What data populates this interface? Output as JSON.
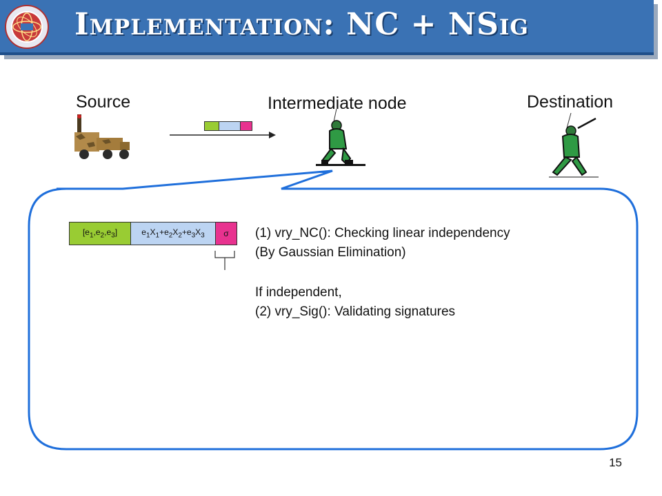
{
  "slide": {
    "title": "Implementation: NC + NSig",
    "page_number": "15"
  },
  "labels": {
    "source": "Source",
    "intermediate": "Intermediate node",
    "destination": "Destination"
  },
  "packet_small": {
    "colors": [
      "#99cc33",
      "#bcd4f2",
      "#bcd4f2",
      "#e8328f"
    ]
  },
  "packet_big": {
    "field1": "[e1,e2,e3]",
    "field2": "e1X1+e2X2+e3X3",
    "field3": "σ",
    "colors": [
      "#99cc33",
      "#bcd4f2",
      "#e8328f"
    ]
  },
  "callout": {
    "line1": "(1) vry_NC(): Checking linear independency",
    "line2": "(By Gaussian Elimination)",
    "line3": "If independent,",
    "line4": "(2) vry_Sig(): Validating signatures",
    "border_color": "#1f6fdb"
  },
  "icons": {
    "logo": "university-seal-icon",
    "source": "military-vehicle-icon",
    "intermediate": "kneeling-soldier-icon",
    "destination": "marching-soldier-icon"
  }
}
